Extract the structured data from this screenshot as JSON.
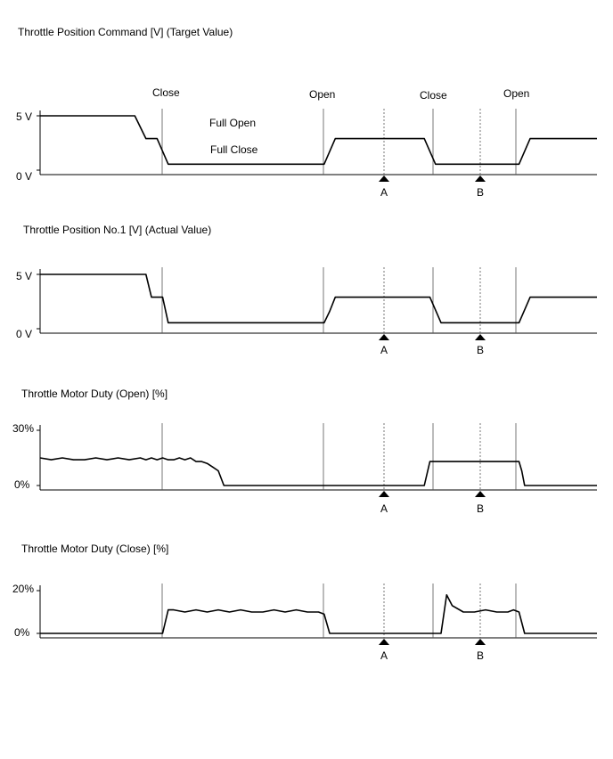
{
  "line_color": "#000000",
  "marker_labels": [
    "A",
    "B"
  ],
  "event_labels": [
    "Close",
    "Open",
    "Close",
    "Open"
  ],
  "state_labels": [
    "Full Open",
    "Full Close"
  ],
  "chart_data": [
    {
      "type": "line",
      "title": "Throttle Position Command [V] (Target Value)",
      "ylabel": "",
      "y_ticks": [
        "5 V",
        "0 V"
      ],
      "ylim": [
        0,
        5
      ],
      "x": [
        0,
        17,
        19,
        21,
        23,
        51,
        53,
        69,
        71,
        73,
        86,
        88,
        90,
        100
      ],
      "values": [
        5,
        5,
        2.9,
        2.9,
        0.55,
        0.55,
        2.9,
        2.9,
        0.55,
        0.55,
        0.55,
        2.9,
        2.9,
        2.9
      ]
    },
    {
      "type": "line",
      "title": "Throttle Position No.1 [V] (Actual Value)",
      "ylabel": "",
      "y_ticks": [
        "5 V",
        "0 V"
      ],
      "ylim": [
        0,
        5
      ],
      "x": [
        0,
        19,
        20,
        22,
        23,
        51,
        52,
        53,
        54,
        70,
        72,
        73,
        86,
        88,
        89,
        100
      ],
      "values": [
        5,
        5,
        2.9,
        2.9,
        0.55,
        0.55,
        1.6,
        2.9,
        2.9,
        2.9,
        0.55,
        0.55,
        0.55,
        2.9,
        2.9,
        2.9
      ]
    },
    {
      "type": "line",
      "title": "Throttle Motor Duty (Open) [%]",
      "ylabel": "",
      "y_ticks": [
        "30%",
        "0%"
      ],
      "ylim": [
        0,
        30
      ],
      "x": [
        0,
        2,
        4,
        6,
        8,
        10,
        12,
        14,
        16,
        18,
        19,
        20,
        21,
        22,
        23,
        24,
        25,
        26,
        27,
        28,
        29,
        30,
        31,
        32,
        33,
        34,
        35,
        36,
        37,
        38,
        39,
        40,
        41,
        42,
        43,
        44,
        45,
        46,
        47,
        48,
        49,
        50,
        51,
        52,
        53,
        54,
        55,
        56,
        57,
        58,
        59,
        60,
        61,
        62,
        63,
        64,
        65,
        66,
        67,
        68,
        69,
        70,
        72,
        73,
        74,
        76,
        78,
        80,
        82,
        84,
        86,
        86.5,
        87,
        87.5,
        88,
        89,
        89.5,
        90,
        92,
        95,
        98,
        100
      ],
      "values": [
        15,
        14,
        15,
        14,
        14,
        15,
        14,
        15,
        14,
        15,
        14,
        15,
        14,
        15,
        14,
        14,
        15,
        14,
        15,
        13,
        13,
        12,
        10,
        8,
        0,
        0,
        0,
        0,
        0,
        0,
        0,
        0,
        0,
        0,
        0,
        0,
        0,
        0,
        0,
        0,
        0,
        0,
        0,
        0,
        0,
        0,
        0,
        0,
        0,
        0,
        0,
        0,
        0,
        0,
        0,
        0,
        0,
        0,
        0,
        0,
        0,
        13,
        13,
        13,
        13,
        13,
        13,
        13,
        13,
        13,
        13,
        8,
        0,
        0,
        0,
        0,
        0,
        0,
        0,
        0,
        0,
        0
      ]
    },
    {
      "type": "line",
      "title": "Throttle Motor Duty (Close) [%]",
      "ylabel": "",
      "y_ticks": [
        "20%",
        "0%"
      ],
      "ylim": [
        0,
        20
      ],
      "x": [
        0,
        22,
        23,
        24,
        26,
        28,
        30,
        32,
        34,
        36,
        38,
        40,
        42,
        44,
        46,
        48,
        50,
        51,
        52,
        53,
        55,
        60,
        65,
        70,
        72,
        73,
        74,
        76,
        78,
        80,
        82,
        84,
        85,
        86,
        87,
        90,
        95,
        100
      ],
      "values": [
        0,
        0,
        11,
        11,
        10,
        11,
        10,
        11,
        10,
        11,
        10,
        10,
        11,
        10,
        11,
        10,
        10,
        9,
        0,
        0,
        0,
        0,
        0,
        0,
        0,
        18,
        13,
        10,
        10,
        11,
        10,
        10,
        11,
        10,
        0,
        0,
        0,
        0
      ]
    }
  ]
}
